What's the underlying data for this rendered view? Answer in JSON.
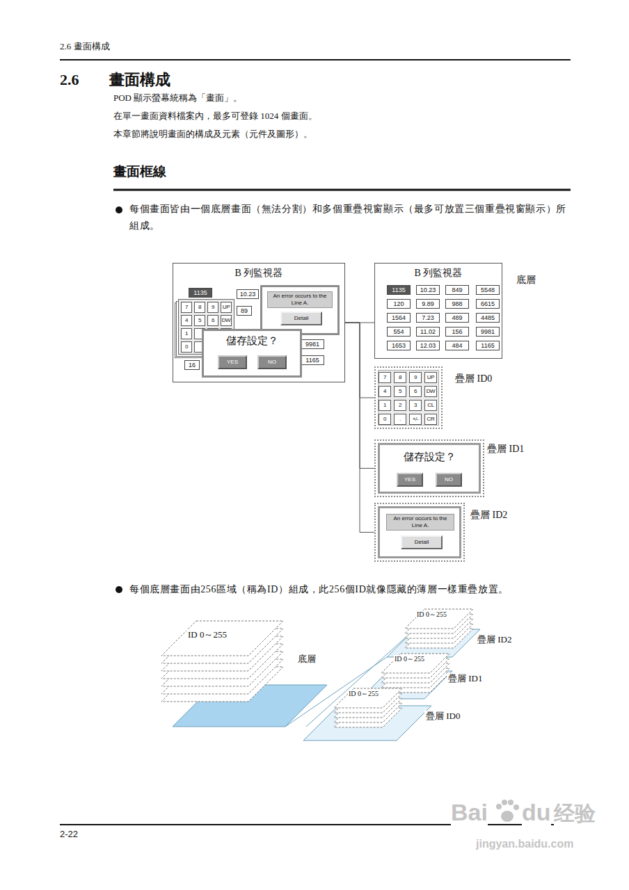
{
  "diagram": {
    "title": "2.6 畫面構成",
    "nodes": [
      {
        "text": [
          "B 列監視器"
        ]
      },
      {
        "text": [
          "An error occurs to the Line A."
        ],
        "in": 0
      },
      {
        "text": [
          "Detail"
        ],
        "in": 1
      },
      {
        "text": [
          "儲存設定？"
        ],
        "in": 0
      },
      {
        "text": [
          "YES"
        ],
        "in": 3
      },
      {
        "text": [
          "NO"
        ],
        "in": 3
      },
      {
        "text": [
          "B 列監視器",
          "底層"
        ]
      },
      {
        "text": [
          "疊層 ID0"
        ]
      },
      {
        "text": [
          "儲存設定？",
          "疊層 ID1"
        ]
      },
      {
        "text": [
          "YES"
        ],
        "in": 8
      },
      {
        "text": [
          "NO"
        ],
        "in": 8
      },
      {
        "text": [
          "An error occurs to the Line A.",
          "疊層 ID2"
        ]
      },
      {
        "text": [
          "Detail"
        ],
        "in": 11
      }
    ],
    "edges": [
      {
        "from": 0,
        "to": 6,
        "arrow": "none"
      },
      {
        "from": 0,
        "to": 7,
        "arrow": "none"
      },
      {
        "from": 0,
        "to": 8,
        "arrow": "none"
      },
      {
        "from": 0,
        "to": 11,
        "arrow": "none"
      }
    ],
    "labels": [
      "2.6 畫面構成",
      "POD 顯示螢幕統稱為「畫面」。",
      "在單一畫面資料檔案內，最多可登錄 1024 個畫面。",
      "本章節將說明畫面的構成及元素（元件及圖形）。",
      "畫面框線",
      "每個畫面皆由一個底層畫面（無法分割）和多個重疊視窗顯示（最多可放置三個重疊視窗顯示）所組成。",
      "每個底層畫面由256區域（稱為ID）組成，此256個ID就像隱藏的薄層一樣重疊放置。",
      "1135",
      "10.23",
      "89",
      "9981",
      "1165",
      "16",
      "7",
      "8",
      "9",
      "UP",
      "4",
      "5",
      "6",
      "DW",
      "1",
      "0",
      "1135",
      "10.23",
      "849",
      "5548",
      "120",
      "9.89",
      "988",
      "6615",
      "1564",
      "7.23",
      "489",
      "4485",
      "554",
      "11.02",
      "156",
      "9981",
      "1653",
      "12.03",
      "484",
      "1165",
      "7",
      "8",
      "9",
      "UP",
      "4",
      "5",
      "6",
      "DW",
      "1",
      "2",
      "3",
      "CL",
      "0",
      ".",
      "+/-",
      "CR",
      "ID 0～255",
      "底層",
      "ID 0～255",
      "疊層 ID2",
      "ID 0～255",
      "疊層 ID1",
      "ID 0～255",
      "疊層 ID0",
      "2-22",
      "Bai",
      "du",
      "经验",
      "jingyan.baidu.com"
    ]
  }
}
